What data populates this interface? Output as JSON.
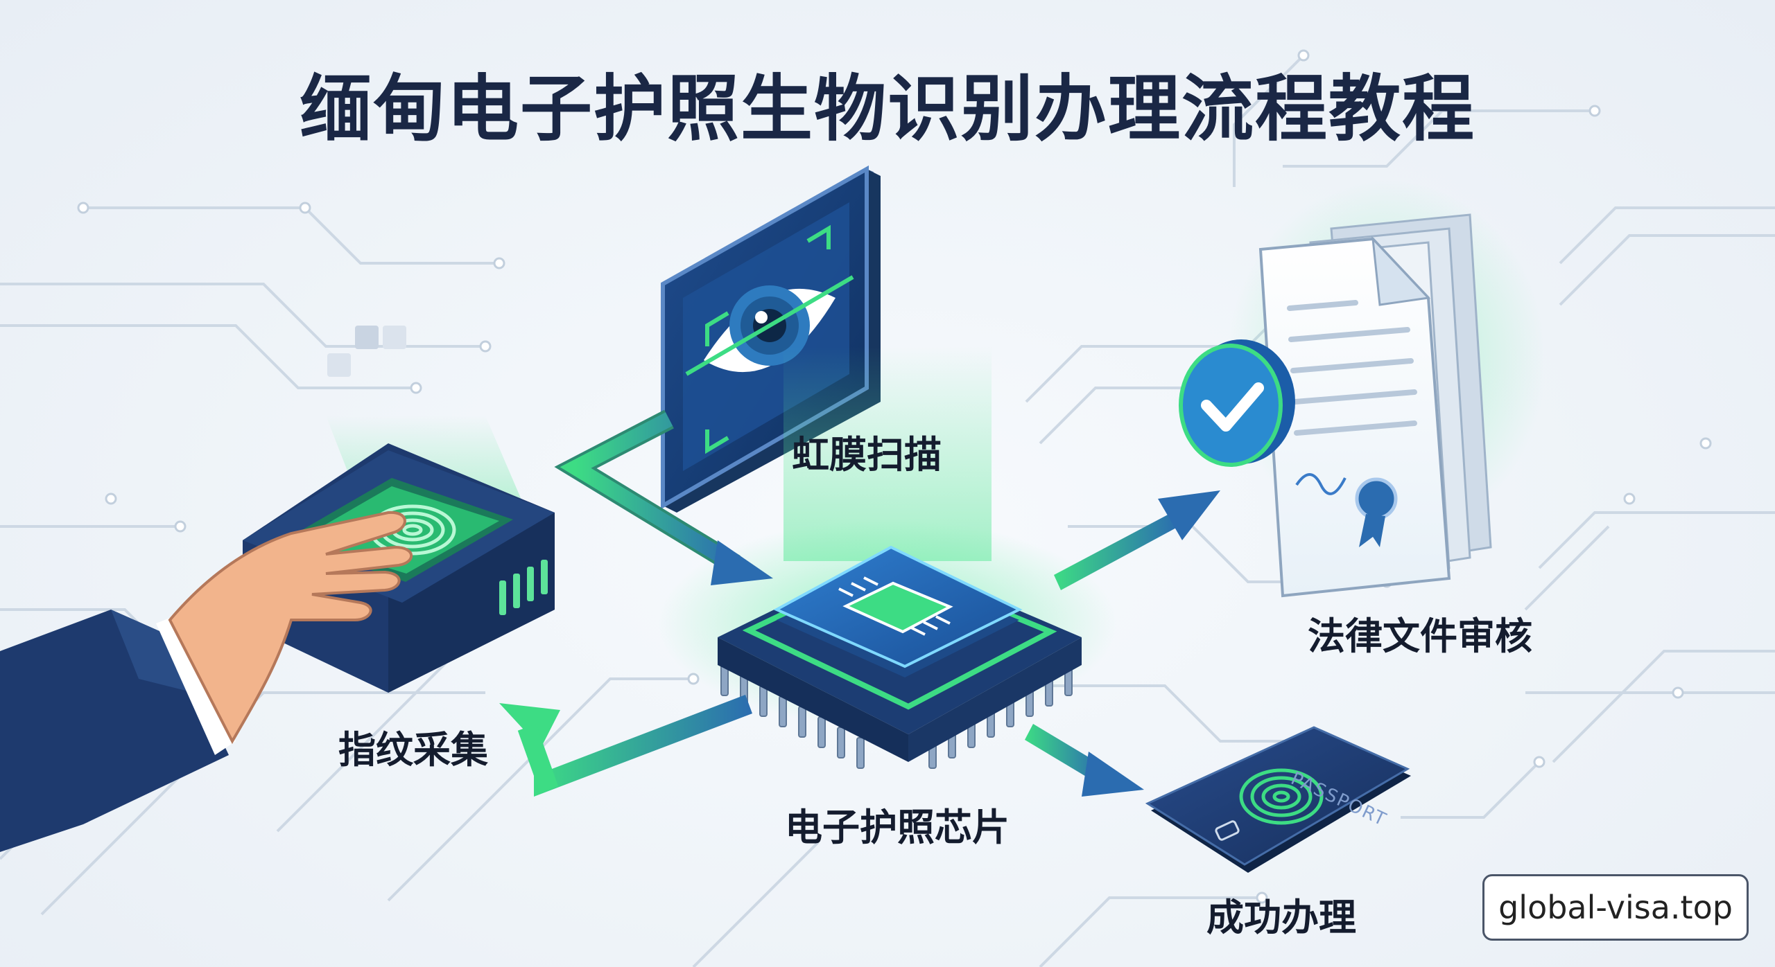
{
  "title": "缅甸电子护照生物识别办理流程教程",
  "steps": {
    "iris": "虹膜扫描",
    "fingerprint": "指纹采集",
    "chip": "电子护照芯片",
    "legal": "法律文件审核",
    "success": "成功办理"
  },
  "passport_text": "PASSPORT",
  "watermark": "global-visa.top",
  "colors": {
    "title": "#1a2745",
    "accent_green": "#3ddc84",
    "accent_blue": "#2b5ea8",
    "navy": "#1e3a6e",
    "background": "#eef3f8"
  }
}
